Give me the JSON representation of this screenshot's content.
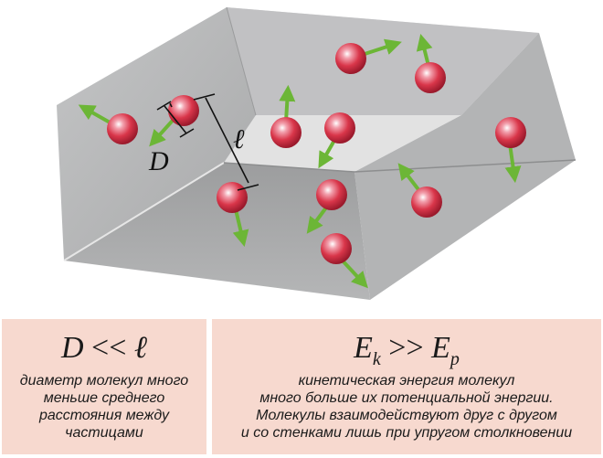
{
  "diagram": {
    "label_D": "D",
    "label_l": "ℓ",
    "colors": {
      "molecule": "#d9364a",
      "arrow": "#6cb636",
      "box_face": "#a9aaab",
      "box_light": "#d9d9d9"
    }
  },
  "left_panel": {
    "formula": {
      "lhs": "D",
      "op": "<<",
      "rhs": "ℓ"
    },
    "lines": [
      "диаметр молекул много",
      "меньше среднего",
      "расстояния между",
      "частицами"
    ]
  },
  "right_panel": {
    "formula": {
      "lhs": "E",
      "lhs_sub": "k",
      "op": ">>",
      "rhs": "E",
      "rhs_sub": "p"
    },
    "lines": [
      "кинетическая энергия молекул",
      "много больше их потенциальной энергии.",
      "Молекулы взаимодействуют друг с другом",
      "и со стенками лишь при упругом столкновении"
    ]
  }
}
